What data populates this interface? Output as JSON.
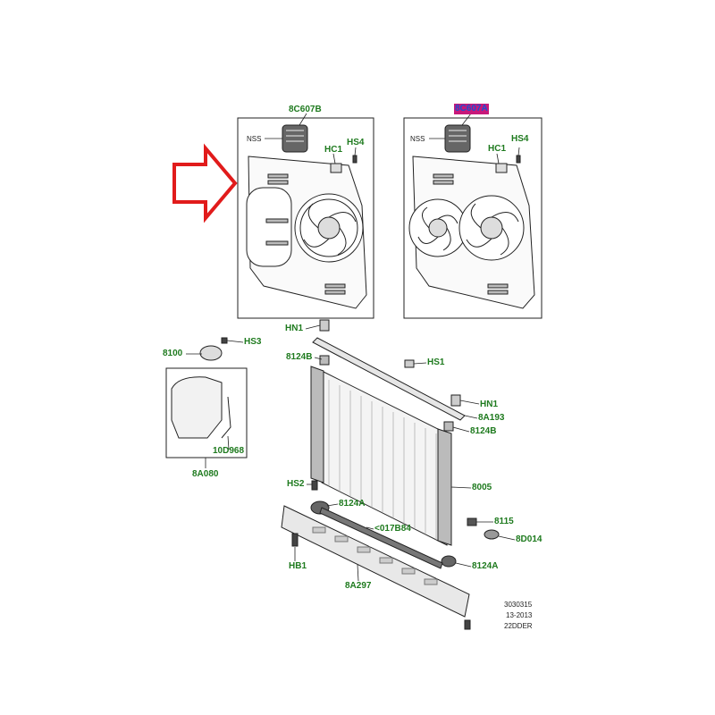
{
  "colors": {
    "label": "#1e7a1e",
    "arrow": "#e11b1b",
    "highlight_bg": "#c8187a",
    "highlight_text": "#1e4fd0",
    "line": "#222222"
  },
  "panels": {
    "left": {
      "part": "8C607B",
      "nss": "NSS",
      "hc1": "HC1",
      "hs4": "HS4"
    },
    "right": {
      "part": "8C607A",
      "nss": "NSS",
      "hc1": "HC1",
      "hs4": "HS4"
    }
  },
  "labels": {
    "hn1_top": "HN1",
    "p8124b_top": "8124B",
    "hs1": "HS1",
    "hn1_right": "HN1",
    "p8a193": "8A193",
    "p8124b_right": "8124B",
    "p8005": "8005",
    "hs2": "HS2",
    "p8124a_top": "8124A",
    "p8115": "8115",
    "p017b84": "<017B84",
    "p8d014": "8D014",
    "hb1": "HB1",
    "p8124a_bottom": "8124A",
    "p8a297": "8A297",
    "p8100": "8100",
    "hs3": "HS3",
    "p10d968": "10D968",
    "p8a080": "8A080"
  },
  "footer": {
    "line1": "3030315",
    "line2": "13-2013",
    "line3": "22DDER"
  }
}
